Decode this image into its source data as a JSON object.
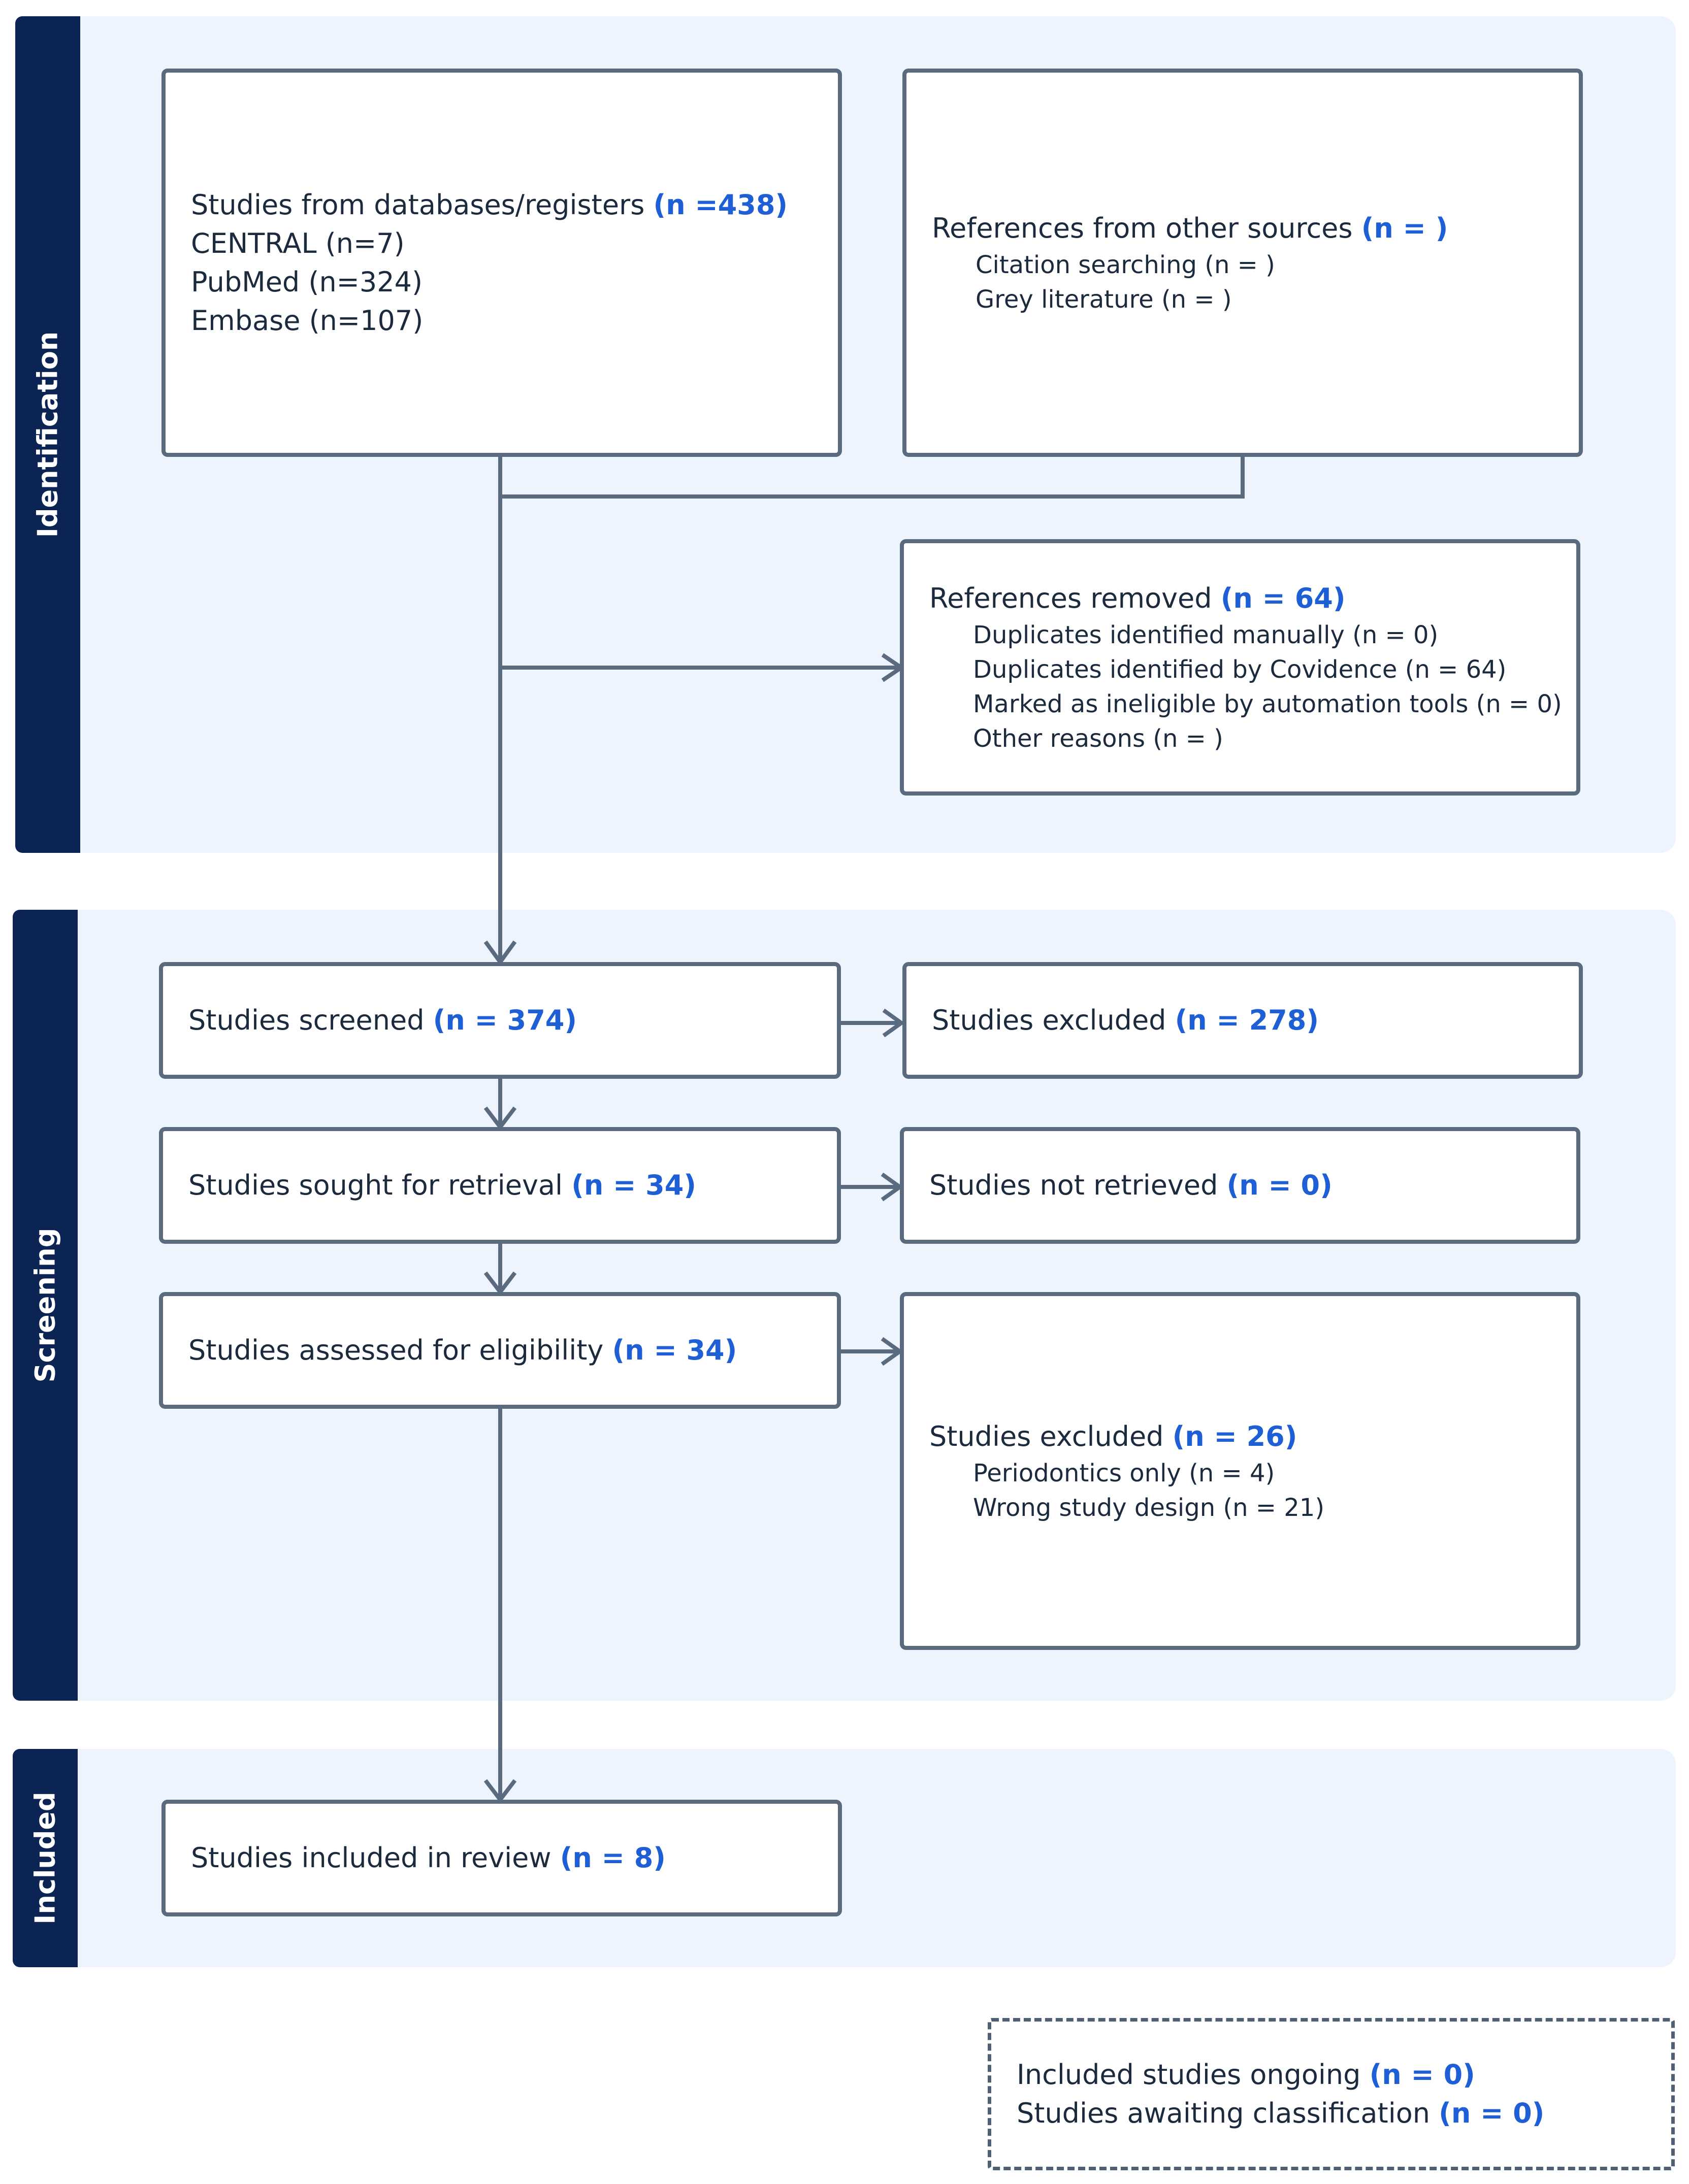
{
  "phases": {
    "identification": "Identification",
    "screening": "Screening",
    "included": "Included"
  },
  "boxes": {
    "databases": {
      "title": "Studies from databases/registers",
      "count": "(n =438)",
      "lines": [
        "CENTRAL (n=7)",
        "PubMed (n=324)",
        "Embase (n=107)"
      ]
    },
    "other_sources": {
      "title": "References from other sources",
      "count": "(n = )",
      "lines": [
        "Citation searching (n = )",
        "Grey literature (n = )"
      ]
    },
    "removed": {
      "title": "References removed",
      "count": "(n = 64)",
      "lines": [
        "Duplicates identified manually (n = 0)",
        "Duplicates identified by Covidence (n = 64)",
        "Marked as ineligible by automation tools (n = 0)",
        "Other reasons (n = )"
      ]
    },
    "screened": {
      "title": "Studies screened",
      "count": "(n = 374)"
    },
    "excluded_screen": {
      "title": "Studies excluded",
      "count": "(n = 278)"
    },
    "sought": {
      "title": "Studies sought for retrieval",
      "count": "(n = 34)"
    },
    "not_retrieved": {
      "title": "Studies not retrieved",
      "count": "(n = 0)"
    },
    "assessed": {
      "title": "Studies assessed for eligibility",
      "count": "(n = 34)"
    },
    "excluded_full": {
      "title": "Studies excluded",
      "count": "(n = 26)",
      "lines": [
        "Periodontics only (n = 4)",
        "Wrong study design (n = 21)"
      ]
    },
    "included": {
      "title": "Studies included in review",
      "count": "(n = 8)"
    },
    "ongoing": {
      "line1_title": "Included studies ongoing",
      "line1_count": "(n = 0)",
      "line2_title": "Studies awaiting classification",
      "line2_count": "(n = 0)"
    }
  },
  "colors": {
    "band_bg": "#eef4fd",
    "phase_bg": "#0b2454",
    "border": "#5a6b7f",
    "count_highlight": "#1f5fd6"
  }
}
